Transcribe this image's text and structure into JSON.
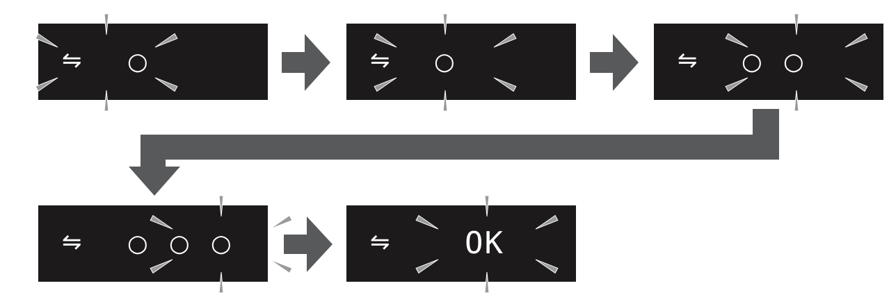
{
  "panels": [
    {
      "id": "step-1",
      "pairing_symbol": "⇋",
      "dots": [
        "○"
      ]
    },
    {
      "id": "step-2",
      "pairing_symbol": "⇋",
      "dots": [
        "○"
      ]
    },
    {
      "id": "step-3",
      "pairing_symbol": "⇋",
      "dots": [
        "○",
        "○"
      ]
    },
    {
      "id": "step-4",
      "pairing_symbol": "⇋",
      "dots": [
        "○",
        "○",
        "○"
      ]
    },
    {
      "id": "step-5",
      "pairing_symbol": "⇋",
      "result_text": "OK"
    }
  ],
  "colors": {
    "panel": "#1c1a1a",
    "arrow": "#58595b",
    "glyph": "#ffffff",
    "ray": "#9a9a9a"
  }
}
